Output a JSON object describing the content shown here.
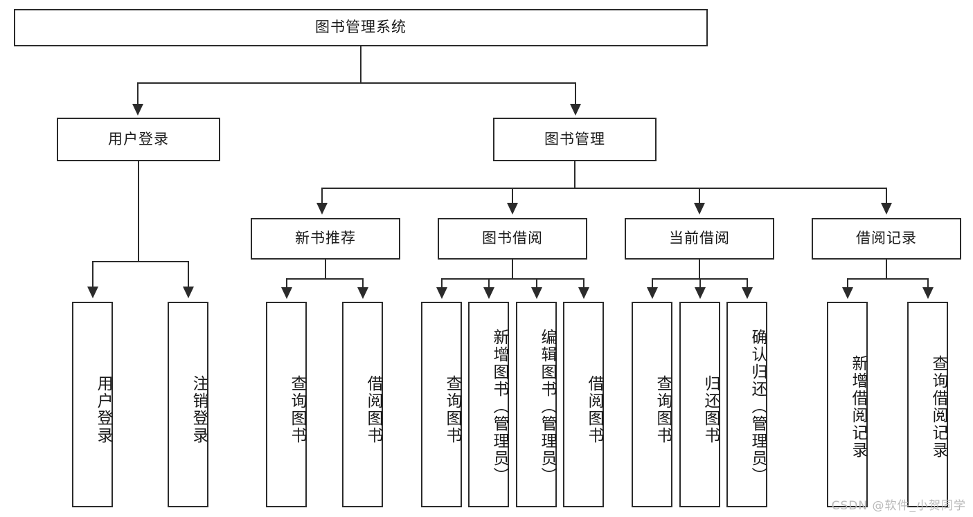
{
  "diagram": {
    "title": "图书管理系统",
    "type": "tree-hierarchy-diagram",
    "colors": {
      "stroke": "#2b2b2b",
      "fill": "#ffffff",
      "text": "#1a1a1a",
      "watermark": "#b9b9b9"
    },
    "root": {
      "label": "图书管理系统"
    },
    "level2": [
      {
        "label": "用户登录"
      },
      {
        "label": "图书管理"
      }
    ],
    "level3": [
      {
        "label": "新书推荐"
      },
      {
        "label": "图书借阅"
      },
      {
        "label": "当前借阅"
      },
      {
        "label": "借阅记录"
      }
    ],
    "leaves": {
      "user_login": [
        {
          "label": "用户登录"
        },
        {
          "label": "注销登录"
        }
      ],
      "new_book_recommend": [
        {
          "label": "查询图书"
        },
        {
          "label": "借阅图书"
        }
      ],
      "book_borrow": [
        {
          "label": "查询图书"
        },
        {
          "label": "新增图书（管理员）"
        },
        {
          "label": "编辑图书（管理员）"
        },
        {
          "label": "借阅图书"
        }
      ],
      "current_borrow": [
        {
          "label": "查询图书"
        },
        {
          "label": "归还图书"
        },
        {
          "label": "确认归还（管理员）"
        }
      ],
      "borrow_record": [
        {
          "label": "新增借阅记录"
        },
        {
          "label": "查询借阅记录"
        }
      ]
    }
  },
  "watermark": {
    "text": "CSDN @软件_小贺同学"
  }
}
